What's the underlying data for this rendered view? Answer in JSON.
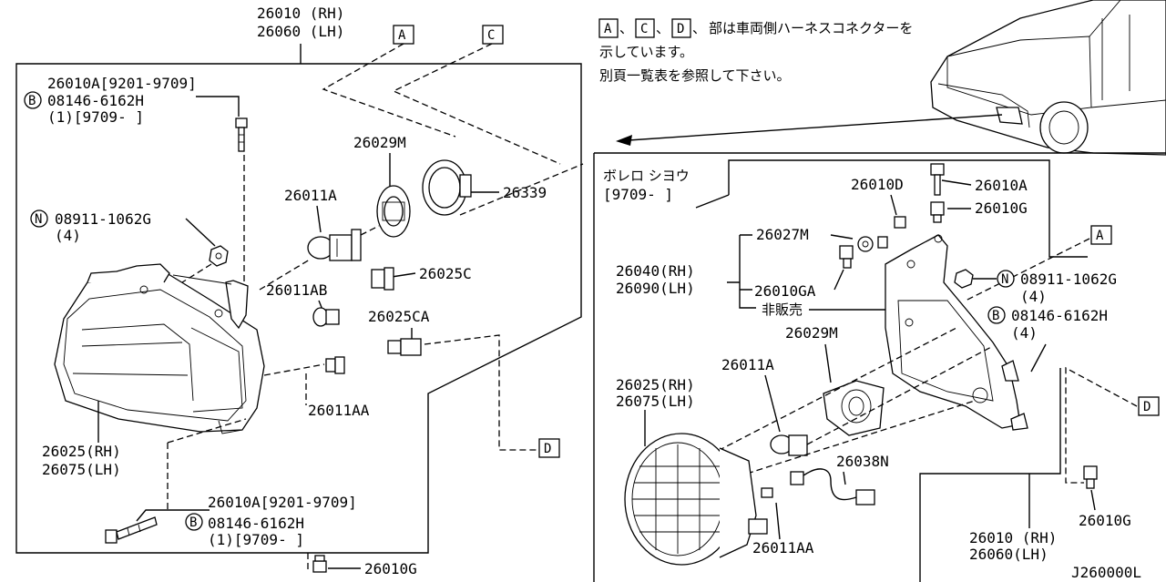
{
  "note": {
    "line1_boxes": [
      "A",
      "C",
      "D"
    ],
    "line1_text": "部は車両側ハーネスコネクターを",
    "line2": "示しています。",
    "line3": "別頁一覧表を参照して下さい。"
  },
  "left": {
    "top_rh": "26010 (RH)",
    "top_lh": "26060 (LH)",
    "box_a": "A",
    "box_c": "C",
    "box_d": "D",
    "p26010A_top": "26010A[9201-9709]",
    "b_08146_top": "08146-6162H",
    "b_08146_top_qty": "(1)[9709-     ]",
    "p26029M": "26029M",
    "p26011A": "26011A",
    "p26339": "26339",
    "n_08911": "08911-1062G",
    "n_08911_qty": "(4)",
    "p26025C": "26025C",
    "p26011AB": "26011AB",
    "p26025CA": "26025CA",
    "p26011AA": "26011AA",
    "p26025_rh": "26025(RH)",
    "p26075_lh": "26075(LH)",
    "p26010A_bot": "26010A[9201-9709]",
    "b_08146_bot": "08146-6162H",
    "b_08146_bot_qty": "(1)[9709-     ]",
    "p26010G": "26010G",
    "circle_b": "B",
    "circle_n": "N"
  },
  "right": {
    "variant": "ボレロ シヨウ",
    "variant_period": "[9709-     ]",
    "p26010D": "26010D",
    "p26010A": "26010A",
    "p26010G_top": "26010G",
    "box_a": "A",
    "box_d": "D",
    "p26027M": "26027M",
    "p26040_rh": "26040(RH)",
    "p26090_lh": "26090(LH)",
    "p26010GA": "26010GA",
    "not_sold": "非販売",
    "n_08911": "08911-1062G",
    "n_08911_qty": "(4)",
    "b_08146": "08146-6162H",
    "b_08146_qty": "(4)",
    "p26029M": "26029M",
    "p26011A": "26011A",
    "p26025_rh": "26025(RH)",
    "p26075_lh": "26075(LH)",
    "p26038N": "26038N",
    "p26011AA": "26011AA",
    "p26010_rh": "26010 (RH)",
    "p26060_lh": "26060(LH)",
    "p26010G_bot": "26010G",
    "circle_b": "B",
    "circle_n": "N"
  },
  "diagram_code": "J260000L"
}
